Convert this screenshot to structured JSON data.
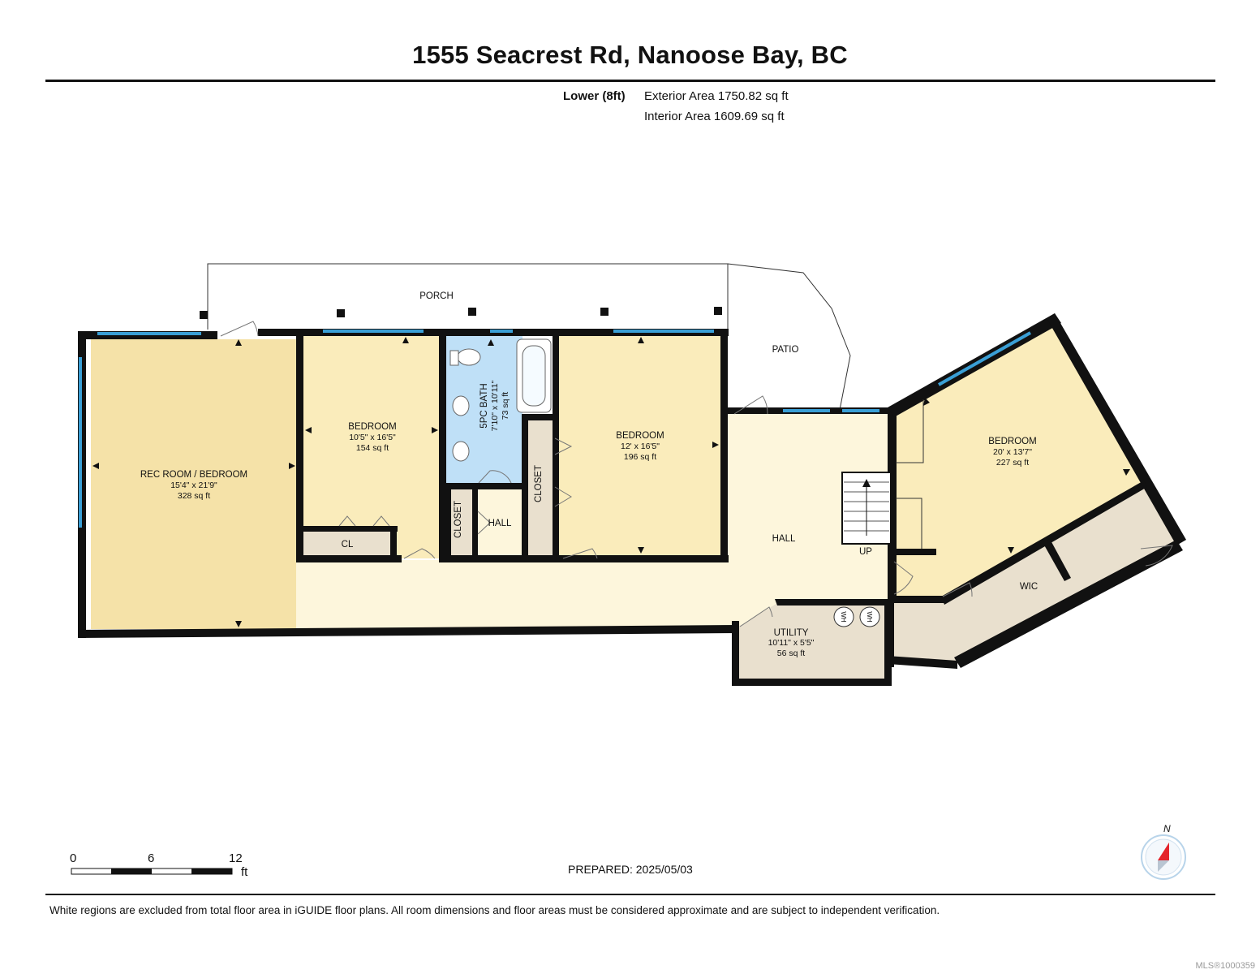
{
  "header": {
    "address": "1555 Seacrest Rd, Nanoose Bay, BC",
    "floor": "Lower (8ft)",
    "exterior_area": "Exterior Area 1750.82 sq ft",
    "interior_area": "Interior Area 1609.69 sq ft"
  },
  "rooms": {
    "porch": {
      "name": "PORCH"
    },
    "patio": {
      "name": "PATIO"
    },
    "rec_room": {
      "name": "REC ROOM / BEDROOM",
      "dims": "15'4\" x 21'9\"",
      "area": "328 sq ft"
    },
    "bedroom_1": {
      "name": "BEDROOM",
      "dims": "10'5\" x 16'5\"",
      "area": "154 sq ft"
    },
    "bath": {
      "name": "5PC BATH",
      "dims": "7'10\" x 10'11\"",
      "area": "73 sq ft"
    },
    "bedroom_2": {
      "name": "BEDROOM",
      "dims": "12' x 16'5\"",
      "area": "196 sq ft"
    },
    "bedroom_3": {
      "name": "BEDROOM",
      "dims": "20' x 13'7\"",
      "area": "227 sq ft"
    },
    "utility": {
      "name": "UTILITY",
      "dims": "10'11\" x 5'5\"",
      "area": "56 sq ft"
    },
    "cl": {
      "name": "CL"
    },
    "closet_a": {
      "name": "CLOSET"
    },
    "closet_b": {
      "name": "CLOSET"
    },
    "hall_small": {
      "name": "HALL"
    },
    "hall_main": {
      "name": "HALL"
    },
    "wic": {
      "name": "WIC"
    },
    "stairs_label": "UP",
    "water_heater": "WH"
  },
  "scale": {
    "labels": [
      "0",
      "6",
      "12"
    ],
    "unit": "ft"
  },
  "compass": {
    "label": "N"
  },
  "prepared": "PREPARED: 2025/05/03",
  "footnote": "White regions are excluded from total floor area in iGUIDE floor plans. All room dimensions and floor areas must be considered approximate and are subject to independent verification.",
  "mls": "MLS®1000359",
  "colors": {
    "room_fill": "#faecbb",
    "rec_fill": "#f5e2a8",
    "hall_fill": "#fdf6dc",
    "bath_fill": "#bfe0f7",
    "closet_fill": "#e9e0ce",
    "wall": "#111111",
    "window": "#3a9fd6",
    "compass_red": "#e4242b"
  }
}
